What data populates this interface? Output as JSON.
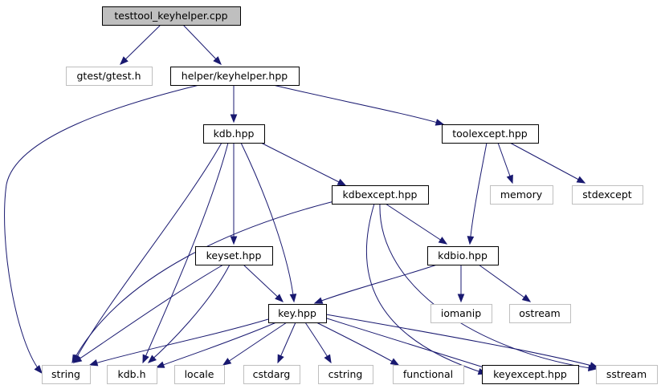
{
  "colors": {
    "edge": "#191970",
    "root_fill": "#bfbfbf",
    "local_border": "#000000",
    "system_border": "#bfbfbf",
    "system_text": "#3f3f3f",
    "node_fill": "#ffffff"
  },
  "nodes": [
    {
      "id": "testtool",
      "label": "testtool_keyhelper.cpp",
      "kind": "root"
    },
    {
      "id": "gtest",
      "label": "gtest/gtest.h",
      "kind": "system"
    },
    {
      "id": "keyhelper",
      "label": "helper/keyhelper.hpp",
      "kind": "local"
    },
    {
      "id": "kdbhpp",
      "label": "kdb.hpp",
      "kind": "local"
    },
    {
      "id": "toolexcept",
      "label": "toolexcept.hpp",
      "kind": "local"
    },
    {
      "id": "kdbexcept",
      "label": "kdbexcept.hpp",
      "kind": "local"
    },
    {
      "id": "memory",
      "label": "memory",
      "kind": "system"
    },
    {
      "id": "stdexcept",
      "label": "stdexcept",
      "kind": "system"
    },
    {
      "id": "keyset",
      "label": "keyset.hpp",
      "kind": "local"
    },
    {
      "id": "kdbio",
      "label": "kdbio.hpp",
      "kind": "local"
    },
    {
      "id": "iomanip",
      "label": "iomanip",
      "kind": "system"
    },
    {
      "id": "ostream",
      "label": "ostream",
      "kind": "system"
    },
    {
      "id": "keyhpp",
      "label": "key.hpp",
      "kind": "local"
    },
    {
      "id": "string",
      "label": "string",
      "kind": "system"
    },
    {
      "id": "kdbh",
      "label": "kdb.h",
      "kind": "system"
    },
    {
      "id": "locale",
      "label": "locale",
      "kind": "system"
    },
    {
      "id": "cstdarg",
      "label": "cstdarg",
      "kind": "system"
    },
    {
      "id": "cstring",
      "label": "cstring",
      "kind": "system"
    },
    {
      "id": "functional",
      "label": "functional",
      "kind": "system"
    },
    {
      "id": "keyexcept",
      "label": "keyexcept.hpp",
      "kind": "local"
    },
    {
      "id": "sstream",
      "label": "sstream",
      "kind": "system"
    }
  ],
  "edges": [
    {
      "from": "testtool",
      "to": "gtest"
    },
    {
      "from": "testtool",
      "to": "keyhelper"
    },
    {
      "from": "keyhelper",
      "to": "string"
    },
    {
      "from": "keyhelper",
      "to": "kdbhpp"
    },
    {
      "from": "keyhelper",
      "to": "toolexcept"
    },
    {
      "from": "kdbhpp",
      "to": "string"
    },
    {
      "from": "kdbhpp",
      "to": "kdbh"
    },
    {
      "from": "kdbhpp",
      "to": "keyset"
    },
    {
      "from": "kdbhpp",
      "to": "keyhpp"
    },
    {
      "from": "kdbhpp",
      "to": "kdbexcept"
    },
    {
      "from": "toolexcept",
      "to": "kdbio"
    },
    {
      "from": "toolexcept",
      "to": "memory"
    },
    {
      "from": "toolexcept",
      "to": "stdexcept"
    },
    {
      "from": "kdbexcept",
      "to": "string"
    },
    {
      "from": "kdbexcept",
      "to": "kdbio"
    },
    {
      "from": "kdbexcept",
      "to": "keyexcept"
    },
    {
      "from": "kdbexcept",
      "to": "sstream"
    },
    {
      "from": "keyset",
      "to": "string"
    },
    {
      "from": "keyset",
      "to": "kdbh"
    },
    {
      "from": "keyset",
      "to": "keyhpp"
    },
    {
      "from": "kdbio",
      "to": "keyhpp"
    },
    {
      "from": "kdbio",
      "to": "iomanip"
    },
    {
      "from": "kdbio",
      "to": "ostream"
    },
    {
      "from": "keyhpp",
      "to": "string"
    },
    {
      "from": "keyhpp",
      "to": "kdbh"
    },
    {
      "from": "keyhpp",
      "to": "locale"
    },
    {
      "from": "keyhpp",
      "to": "cstdarg"
    },
    {
      "from": "keyhpp",
      "to": "cstring"
    },
    {
      "from": "keyhpp",
      "to": "functional"
    },
    {
      "from": "keyhpp",
      "to": "keyexcept"
    },
    {
      "from": "keyhpp",
      "to": "sstream"
    }
  ]
}
